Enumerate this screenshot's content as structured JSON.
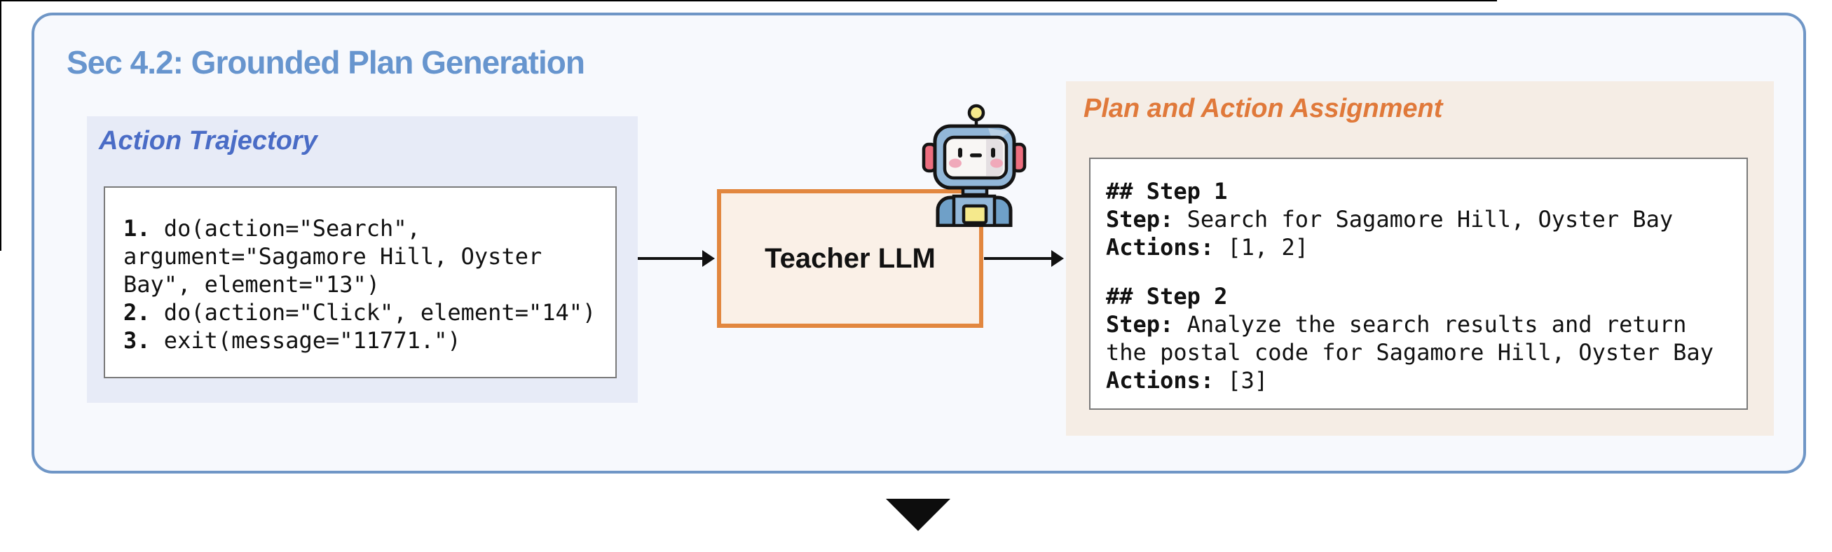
{
  "figure_title": "Sec 4.2: Grounded Plan Generation",
  "action_trajectory": {
    "title": "Action Trajectory",
    "code_lines": [
      [
        {
          "b": 1,
          "t": "1."
        },
        {
          "t": " do(action=\"Search\","
        }
      ],
      [
        {
          "t": "argument=\"Sagamore Hill, Oyster"
        }
      ],
      [
        {
          "t": "Bay\", element=\"13\")"
        }
      ],
      [
        {
          "b": 1,
          "t": "2."
        },
        {
          "t": " do(action=\"Click\", element=\"14\")"
        }
      ],
      [
        {
          "b": 1,
          "t": "3."
        },
        {
          "t": " exit(message=\"11771.\")"
        }
      ]
    ]
  },
  "teacher": {
    "label": "Teacher LLM"
  },
  "plan_assignment": {
    "title": "Plan and Action Assignment",
    "code_lines": [
      [
        {
          "b": 1,
          "t": "## Step 1"
        }
      ],
      [
        {
          "b": 1,
          "t": "Step:"
        },
        {
          "t": " Search for Sagamore Hill, Oyster Bay"
        }
      ],
      [
        {
          "b": 1,
          "t": "Actions:"
        },
        {
          "t": " [1, 2]"
        }
      ],
      [],
      [
        {
          "b": 1,
          "t": "## Step 2"
        }
      ],
      [
        {
          "b": 1,
          "t": "Step:"
        },
        {
          "t": " Analyze the search results and return"
        }
      ],
      [
        {
          "t": "the postal code for Sagamore Hill, Oyster Bay"
        }
      ],
      [
        {
          "b": 1,
          "t": "Actions:"
        },
        {
          "t": " [3]"
        }
      ]
    ]
  },
  "icons": {
    "robot": "robot-icon",
    "arrow_right": "arrow-right-icon",
    "arrow_down": "arrow-down-icon"
  },
  "colors": {
    "frame_border": "#6F96C6",
    "frame_bg": "#F7F9FD",
    "title_blue": "#6795CE",
    "label_blue": "#4A6CC6",
    "label_orange": "#E0793A",
    "teacher_border": "#E2873F",
    "teacher_bg": "#FAF0E7",
    "left_panel_bg": "#E7EBF7",
    "right_panel_bg": "#F5EDE5",
    "codebox_border": "#7A7A7A",
    "black": "#111111"
  }
}
